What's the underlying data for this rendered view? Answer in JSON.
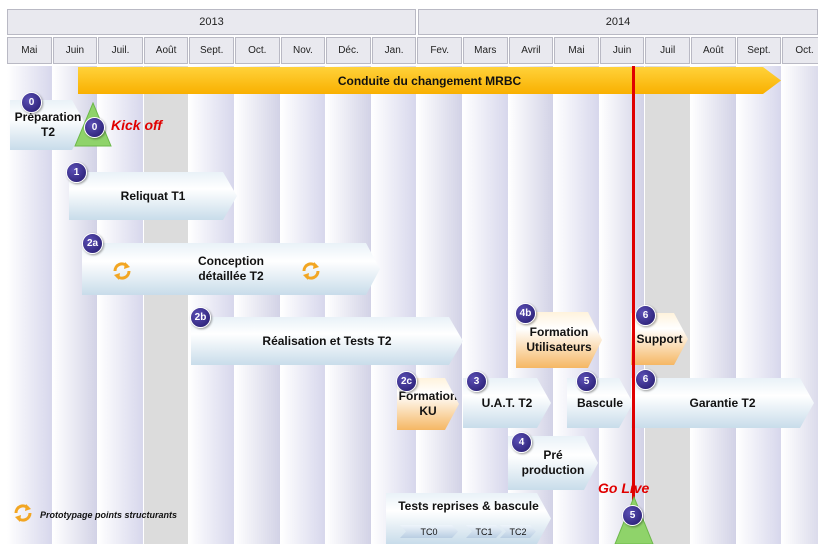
{
  "timeline": {
    "years": [
      "2013",
      "2014"
    ],
    "months": [
      "Mai",
      "Juin",
      "Juil.",
      "Août",
      "Sept.",
      "Oct.",
      "Nov.",
      "Déc.",
      "Jan.",
      "Fev.",
      "Mars",
      "Avril",
      "Mai",
      "Juin",
      "Juil",
      "Août",
      "Sept.",
      "Oct."
    ]
  },
  "change_bar": "Conduite du changement MRBC",
  "phases": {
    "prep": {
      "num": "0",
      "label_line1": "Préparation",
      "label_line2": "T2"
    },
    "kickoff": {
      "num": "0",
      "label": "Kick off"
    },
    "reliquat": {
      "num": "1",
      "label": "Reliquat T1"
    },
    "conception": {
      "num": "2a",
      "label_line1": "Conception",
      "label_line2": "détaillée T2"
    },
    "realisation": {
      "num": "2b",
      "label": "Réalisation et Tests T2"
    },
    "formation_ku": {
      "num": "2c",
      "label_line1": "Formation",
      "label_line2": "KU"
    },
    "uat": {
      "num": "3",
      "label": "U.A.T. T2"
    },
    "preprod": {
      "num": "4",
      "label_line1": "Pré",
      "label_line2": "production"
    },
    "formation_users": {
      "num": "4b",
      "label_line1": "Formation",
      "label_line2": "Utilisateurs"
    },
    "bascule": {
      "num": "5",
      "label": "Bascule"
    },
    "support": {
      "num": "6",
      "label": "Support"
    },
    "garantie": {
      "num": "6",
      "label": "Garantie T2"
    },
    "golive": {
      "num": "5",
      "label": "Go Live"
    },
    "tests": {
      "label": "Tests reprises & bascule",
      "chevrons": [
        "TC0",
        "TC1",
        "TC2"
      ]
    }
  },
  "legend": {
    "label": "Prototypage points structurants",
    "icon": "cycle-arrows-icon"
  },
  "colors": {
    "milestone_line": "#e00000",
    "change_bar": "#f9b000",
    "badge": "#2a1f7a",
    "triangle": "#8fd36a"
  }
}
